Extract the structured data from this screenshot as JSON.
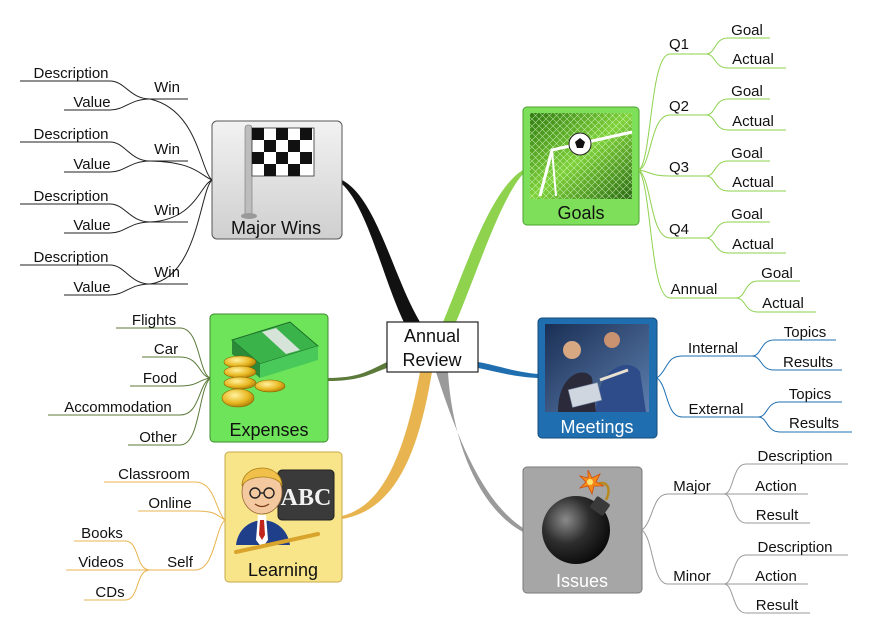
{
  "center": {
    "line1": "Annual",
    "line2": "Review"
  },
  "branches": {
    "major_wins": {
      "title": "Major Wins",
      "items": [
        {
          "label": "Win",
          "children": [
            "Description",
            "Value"
          ]
        },
        {
          "label": "Win",
          "children": [
            "Description",
            "Value"
          ]
        },
        {
          "label": "Win",
          "children": [
            "Description",
            "Value"
          ]
        },
        {
          "label": "Win",
          "children": [
            "Description",
            "Value"
          ]
        }
      ]
    },
    "expenses": {
      "title": "Expenses",
      "items": [
        "Flights",
        "Car",
        "Food",
        "Accommodation",
        "Other"
      ]
    },
    "learning": {
      "title": "Learning",
      "items": [
        "Classroom",
        "Online"
      ],
      "self": {
        "label": "Self",
        "children": [
          "Books",
          "Videos",
          "CDs"
        ]
      }
    },
    "goals": {
      "title": "Goals",
      "items": [
        {
          "label": "Q1",
          "children": [
            "Goal",
            "Actual"
          ]
        },
        {
          "label": "Q2",
          "children": [
            "Goal",
            "Actual"
          ]
        },
        {
          "label": "Q3",
          "children": [
            "Goal",
            "Actual"
          ]
        },
        {
          "label": "Q4",
          "children": [
            "Goal",
            "Actual"
          ]
        },
        {
          "label": "Annual",
          "children": [
            "Goal",
            "Actual"
          ]
        }
      ]
    },
    "meetings": {
      "title": "Meetings",
      "items": [
        {
          "label": "Internal",
          "children": [
            "Topics",
            "Results"
          ]
        },
        {
          "label": "External",
          "children": [
            "Topics",
            "Results"
          ]
        }
      ]
    },
    "issues": {
      "title": "Issues",
      "items": [
        {
          "label": "Major",
          "children": [
            "Description",
            "Action",
            "Result"
          ]
        },
        {
          "label": "Minor",
          "children": [
            "Description",
            "Action",
            "Result"
          ]
        }
      ]
    }
  },
  "colors": {
    "major_wins": "#111111",
    "expenses": "#5c7a3a",
    "learning": "#e8b450",
    "goals": "#8ed24e",
    "meetings": "#1f6fb0",
    "issues": "#9a9a9a"
  },
  "icons": {
    "major_wins": "checkered-flag-icon",
    "expenses": "money-stack-icon",
    "learning": "teacher-icon",
    "goals": "soccer-goal-icon",
    "meetings": "business-meeting-icon",
    "issues": "bomb-icon"
  }
}
